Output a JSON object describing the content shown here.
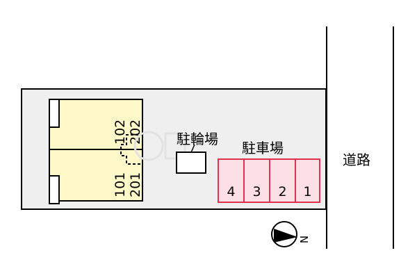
{
  "units": [
    {
      "upper": "202",
      "lower": "102"
    },
    {
      "upper": "201",
      "lower": "101"
    }
  ],
  "bicycle_parking_label": "駐輪場",
  "car_parking_label": "駐車場",
  "parking_spaces": [
    "4",
    "3",
    "2",
    "1"
  ],
  "road_label": "道路",
  "compass_label": "N",
  "colors": {
    "site": "#efefef",
    "building": "#fff9c9",
    "parking_fill": "#fde0e6",
    "parking_border": "#e0304e"
  }
}
